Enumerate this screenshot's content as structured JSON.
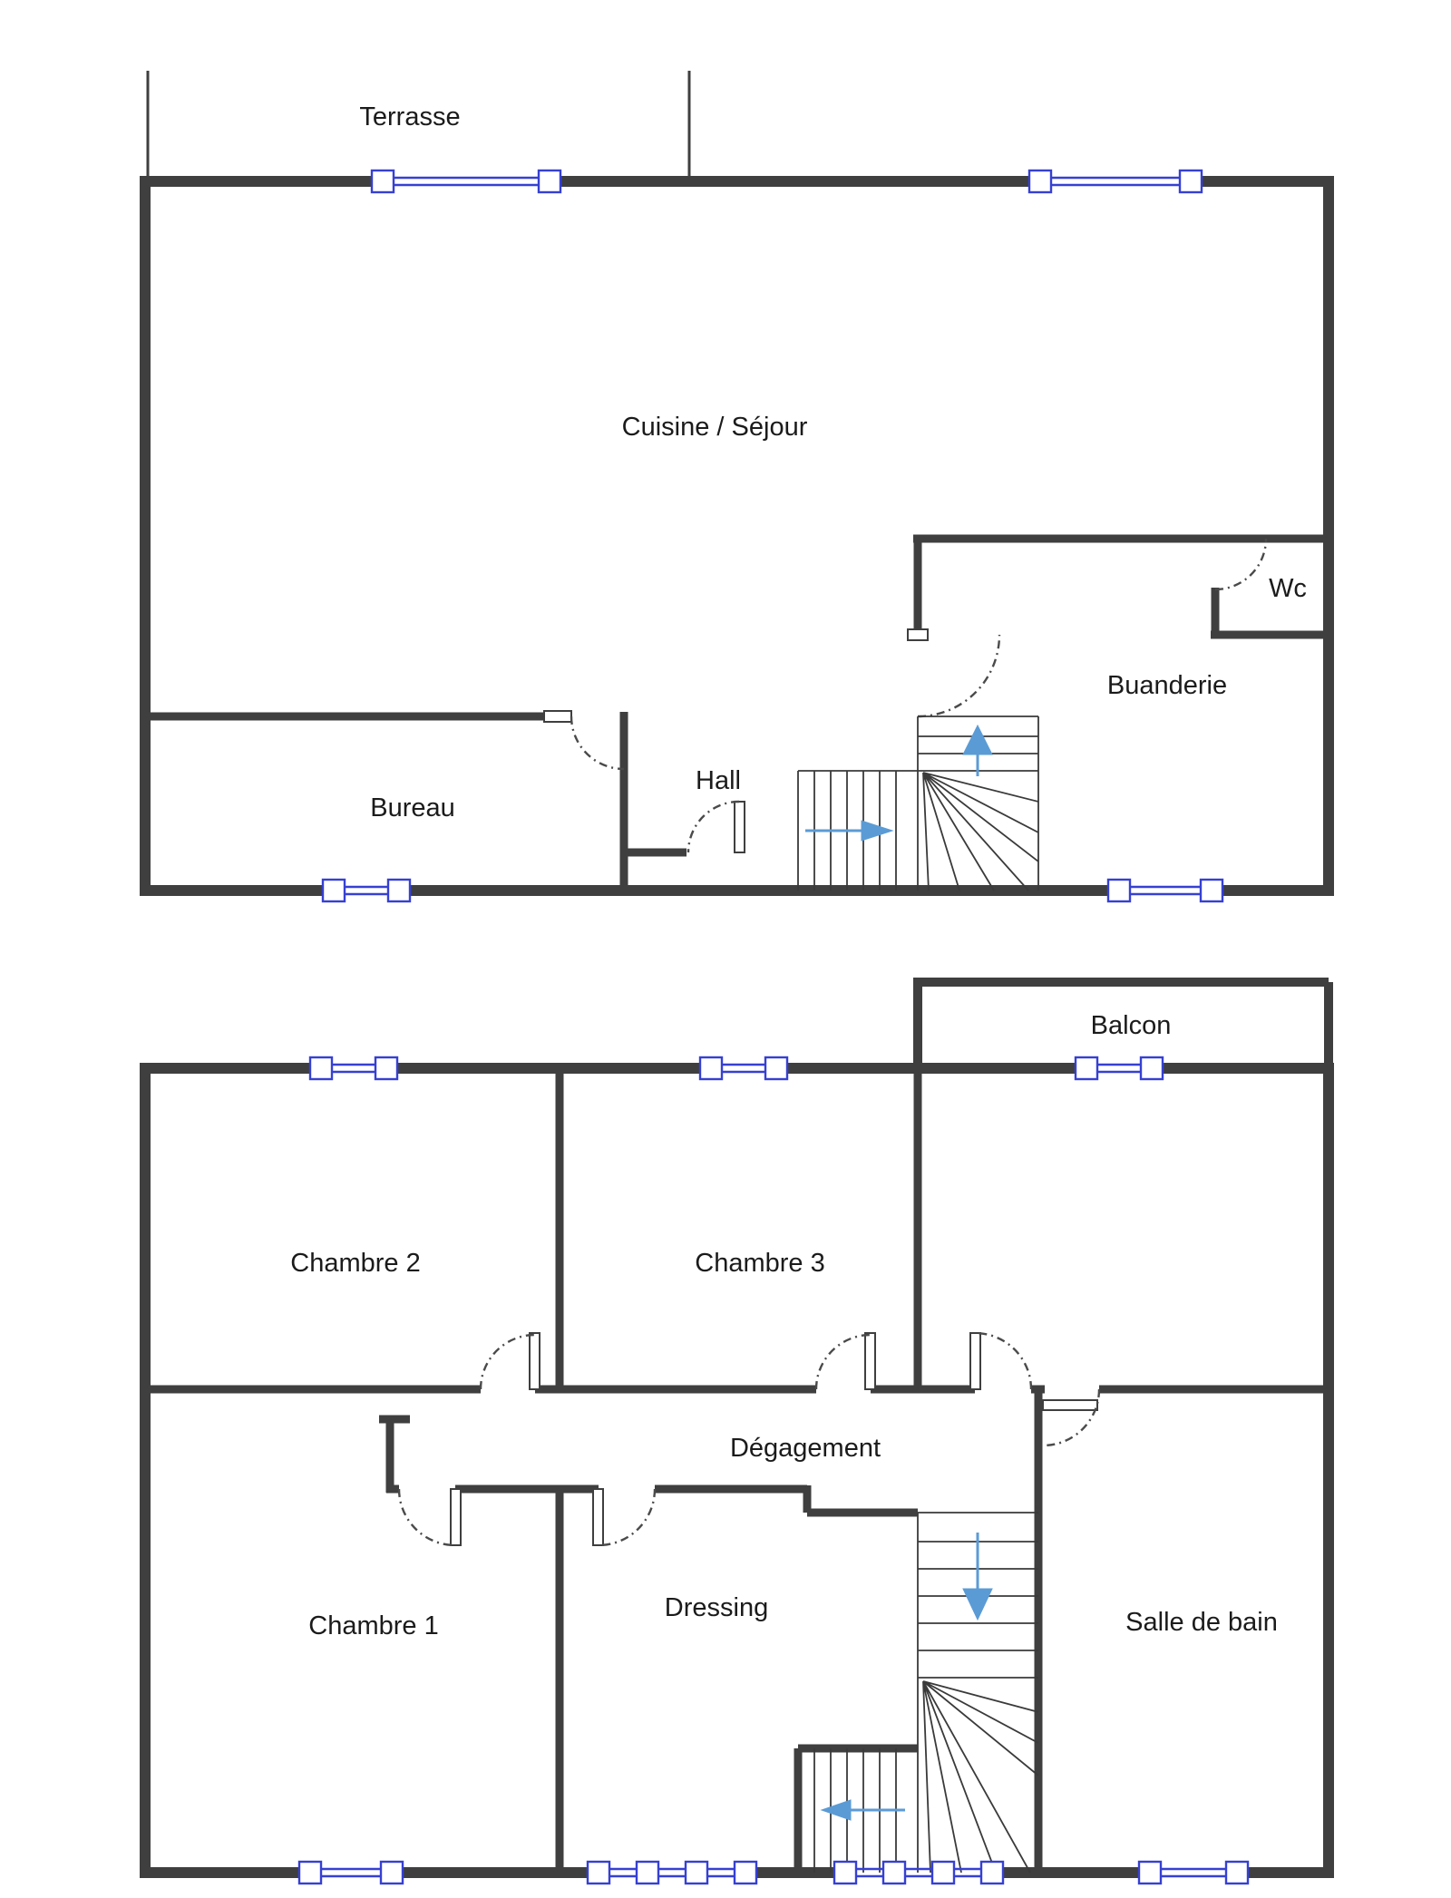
{
  "colors": {
    "wall": "#3f3f3f",
    "window_blue": "#3640d2",
    "arrow_blue": "#5b9bd5",
    "stair_line": "#3a3a3a",
    "text": "#1b1b1b"
  },
  "ground_floor": {
    "labels": {
      "terrasse": "Terrasse",
      "cuisine_sejour": "Cuisine / Séjour",
      "wc": "Wc",
      "buanderie": "Buanderie",
      "bureau": "Bureau",
      "hall": "Hall"
    }
  },
  "upper_floor": {
    "labels": {
      "balcon": "Balcon",
      "chambre_2": "Chambre 2",
      "chambre_3": "Chambre 3",
      "degagement": "Dégagement",
      "chambre_1": "Chambre 1",
      "dressing": "Dressing",
      "salle_de_bain": "Salle de bain"
    }
  }
}
